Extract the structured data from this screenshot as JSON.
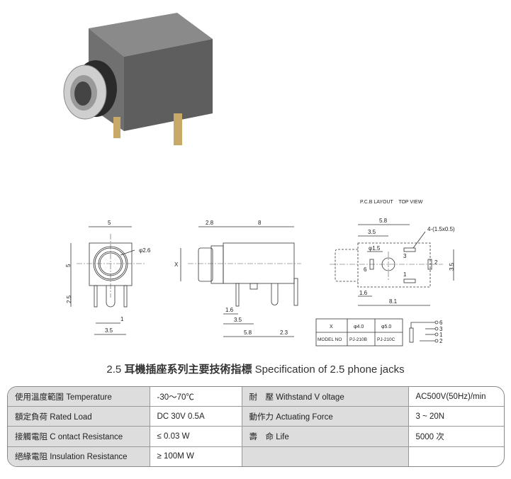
{
  "front_view": {
    "width": "5",
    "height": "5",
    "pin_len": "2.5",
    "diameter": "φ2.6",
    "pin_gap": "1",
    "pin_span": "3.5"
  },
  "side_view": {
    "front_len": "2.8",
    "body_len": "8",
    "x_label": "X",
    "d1": "1.6",
    "d2": "3.5",
    "d3": "5.8",
    "d4": "2.3"
  },
  "pcb_layout": {
    "title": "P.C.B LAYOUT    TOP VIEW",
    "w1": "5.8",
    "w2": "3.5",
    "pads": "4-(1.5x0.5)",
    "hole": "φ1.5",
    "h": "3.5",
    "off": "1.6",
    "total": "8.1",
    "pin6": "6",
    "pin3": "3",
    "pin1": "1",
    "pin2": "2"
  },
  "model_table": {
    "x_label": "X",
    "x1": "φ4.0",
    "x2": "φ5.0",
    "model_label": "MODEL NO",
    "m1": "PJ-210B",
    "m2": "PJ-210C"
  },
  "schematic": {
    "p6": "6",
    "p3": "3",
    "p1": "1",
    "p2": "2"
  },
  "title": {
    "num": "2.5",
    "zh": "耳機插座系列主要技術指標",
    "en": "Specification of 2.5 phone jacks"
  },
  "spec_rows": [
    {
      "l1": "使用溫度範圍 Temperature",
      "v1": "-30～70℃",
      "l2": "耐　壓 Withstand V oltage",
      "v2": "AC500V(50Hz)/min"
    },
    {
      "l1": "額定負荷 Rated Load",
      "v1": "DC 30V 0.5A",
      "l2": "動作力 Actuating Force",
      "v2": "3 ~ 20N"
    },
    {
      "l1": "接觸電阻 C ontact Resistance",
      "v1": "≤ 0.03 W",
      "l2": "壽　命 Life",
      "v2": "5000 次"
    },
    {
      "l1": "絕緣電阻 Insulation Resistance",
      "v1": "≥ 100M W",
      "l2": "",
      "v2": ""
    }
  ]
}
